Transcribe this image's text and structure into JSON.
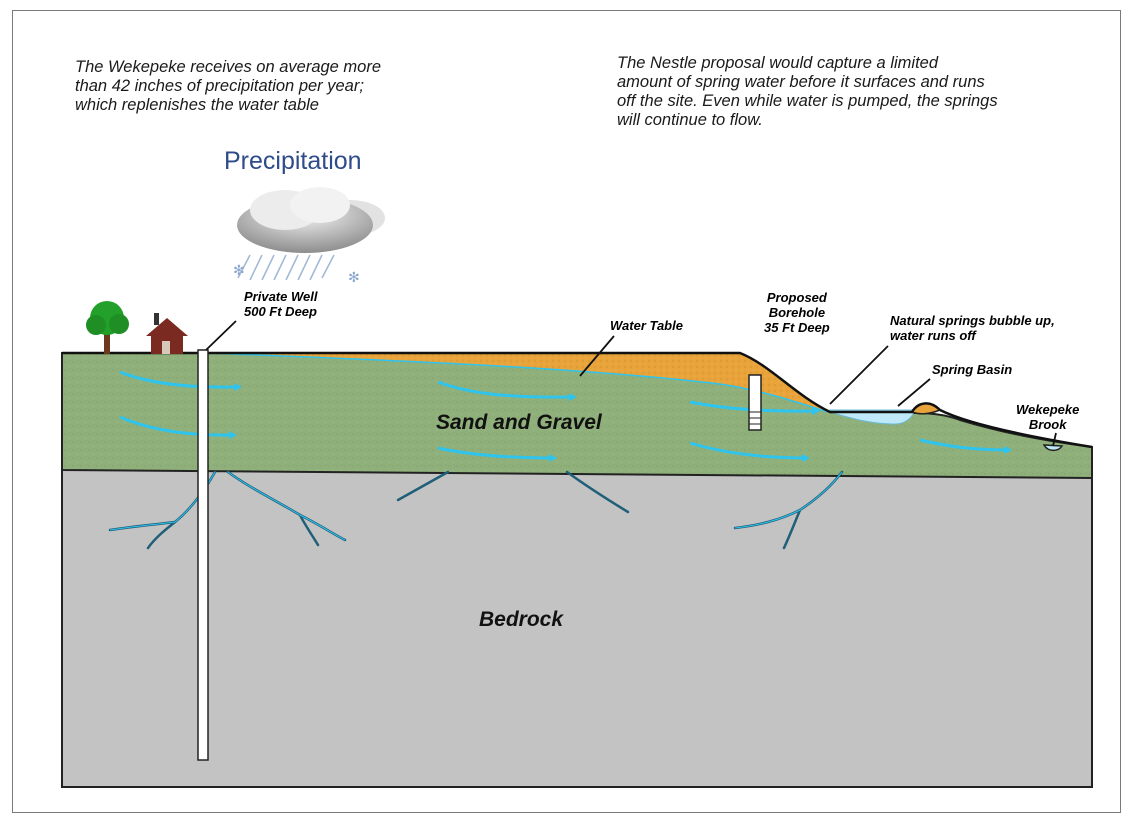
{
  "notes": {
    "left": [
      "The Wekepeke receives on average more",
      "than 42 inches of precipitation per year;",
      "which replenishes the water table"
    ],
    "right": [
      "The Nestle proposal would capture a limited",
      "amount of spring water before it surfaces and runs",
      "off the site. Even while water is pumped, the springs",
      "will continue to flow."
    ]
  },
  "precipitation": {
    "title": "Precipitation"
  },
  "labels": {
    "private_well": [
      "Private Well",
      "500 Ft Deep"
    ],
    "water_table": "Water Table",
    "borehole": [
      "Proposed",
      "Borehole",
      "35 Ft Deep"
    ],
    "springs": [
      "Natural springs bubble up,",
      "water runs off"
    ],
    "spring_basin": "Spring Basin",
    "brook": [
      "Wekepeke",
      "Brook"
    ]
  },
  "layers": {
    "sand_gravel": "Sand and Gravel",
    "bedrock": "Bedrock"
  },
  "colors": {
    "sand_gravel": "#8fb07a",
    "bedrock": "#c3c3c3",
    "topsoil": "#e8a43a",
    "flow_arrow": "#2fc4ee",
    "spring_water": "#bfe8f8",
    "fracture": "#2b8fb5",
    "precip_title": "#2e4b8a"
  },
  "icons": [
    "tree-icon",
    "house-icon",
    "rain-cloud-icon"
  ]
}
